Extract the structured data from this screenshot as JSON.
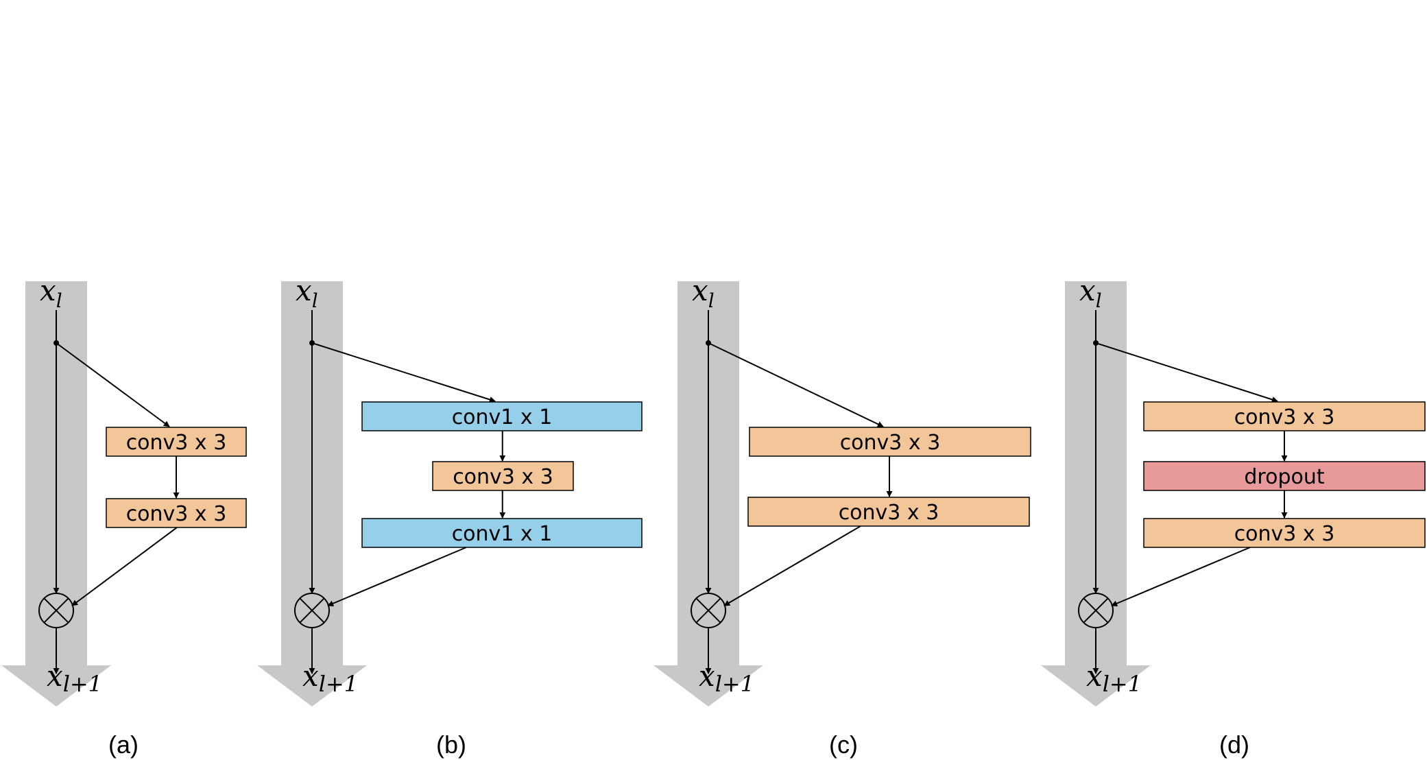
{
  "input_label": {
    "base": "x",
    "subscript": "l"
  },
  "output_label": {
    "base": "x",
    "subscript": "l+1"
  },
  "colors": {
    "shortcut_band": "#c8c8c8",
    "conv3x3": "#f3c699",
    "conv1x1": "#95cfea",
    "dropout": "#e89a9b",
    "line": "#000000"
  },
  "operator_icon": "circled-times-icon",
  "panels": [
    {
      "caption": "(a)",
      "blocks": [
        {
          "label": "conv3 x 3",
          "kind": "conv3x3"
        },
        {
          "label": "conv3 x 3",
          "kind": "conv3x3"
        }
      ]
    },
    {
      "caption": "(b)",
      "blocks": [
        {
          "label": "conv1 x 1",
          "kind": "conv1x1"
        },
        {
          "label": "conv3 x 3",
          "kind": "conv3x3"
        },
        {
          "label": "conv1 x 1",
          "kind": "conv1x1"
        }
      ]
    },
    {
      "caption": "(c)",
      "blocks": [
        {
          "label": "conv3 x 3",
          "kind": "conv3x3"
        },
        {
          "label": "conv3 x 3",
          "kind": "conv3x3"
        }
      ]
    },
    {
      "caption": "(d)",
      "blocks": [
        {
          "label": "conv3 x 3",
          "kind": "conv3x3"
        },
        {
          "label": "dropout",
          "kind": "dropout"
        },
        {
          "label": "conv3 x 3",
          "kind": "conv3x3"
        }
      ]
    }
  ]
}
